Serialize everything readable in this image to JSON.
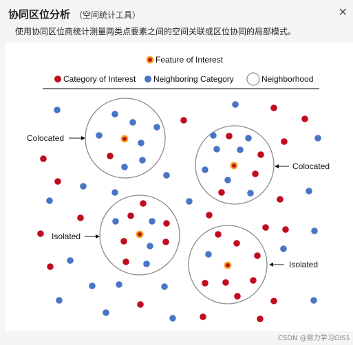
{
  "header": {
    "title": "协同区位分析",
    "subtitle": "（空间统计工具）",
    "close_icon": "close-icon",
    "description": "使用协同区位商统计测量两类点要素之间的空间关联或区位协同的局部模式。"
  },
  "legend": {
    "feature_of_interest": "Feature of Interest",
    "category_of_interest": "Category of Interest",
    "neighboring_category": "Neighboring Category",
    "neighborhood": "Neighborhood"
  },
  "labels": {
    "colocated_left": "Colocated",
    "colocated_right": "Colocated",
    "isolated_left": "Isolated",
    "isolated_right": "Isolated"
  },
  "colors": {
    "category_red": "#c00d1e",
    "neighbor_blue": "#4a74c4",
    "feature_orange": "#f5a623",
    "circle_stroke": "#8a8a8a",
    "divider": "#555555"
  },
  "watermark": "CSDN @努力学习GIS1"
}
